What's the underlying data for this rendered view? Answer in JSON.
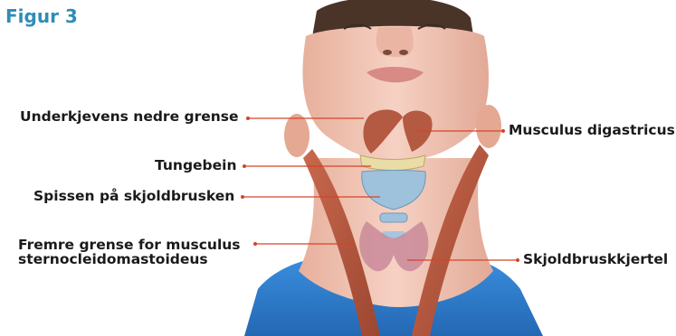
{
  "figure": {
    "title": "Figur 3"
  },
  "labels": {
    "jaw_border": "Underkjevens nedre grense",
    "hyoid": "Tungebein",
    "thyroid_cartilage_tip": "Spissen på skjoldbrusken",
    "scm_front_border_line1": "Fremre grense for musculus",
    "scm_front_border_line2": "sternocleidomastoideus",
    "digastric": "Musculus digastricus",
    "thyroid_gland": "Skjoldbruskkjertel"
  },
  "colors": {
    "title": "#2e8db7",
    "leader": "#d4432a",
    "skin": "#f2c4b4",
    "muscle": "#b85a40",
    "shirt": "#2f7fd0"
  }
}
